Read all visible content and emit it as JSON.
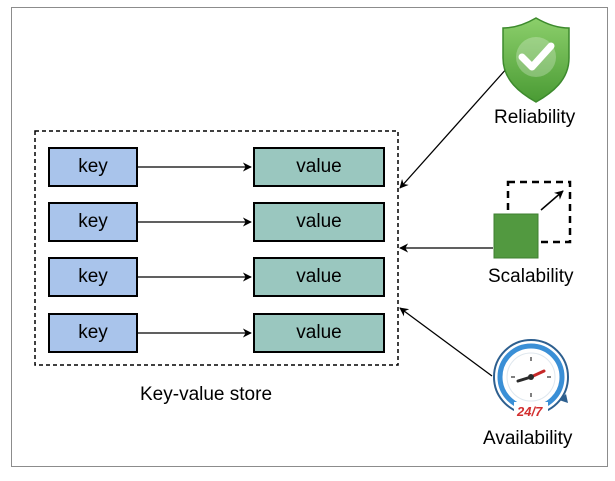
{
  "store": {
    "caption": "Key-value store",
    "pairs": [
      {
        "key": "key",
        "value": "value"
      },
      {
        "key": "key",
        "value": "value"
      },
      {
        "key": "key",
        "value": "value"
      },
      {
        "key": "key",
        "value": "value"
      }
    ]
  },
  "properties": {
    "reliability": {
      "label": "Reliability",
      "icon": "shield-check-icon",
      "color": "#5fb04a"
    },
    "scalability": {
      "label": "Scalability",
      "icon": "scale-box-icon",
      "color": "#529940"
    },
    "availability": {
      "label": "Availability",
      "icon": "clock-24-7-icon",
      "badge": "24/7",
      "color": "#3a8fd6"
    }
  }
}
